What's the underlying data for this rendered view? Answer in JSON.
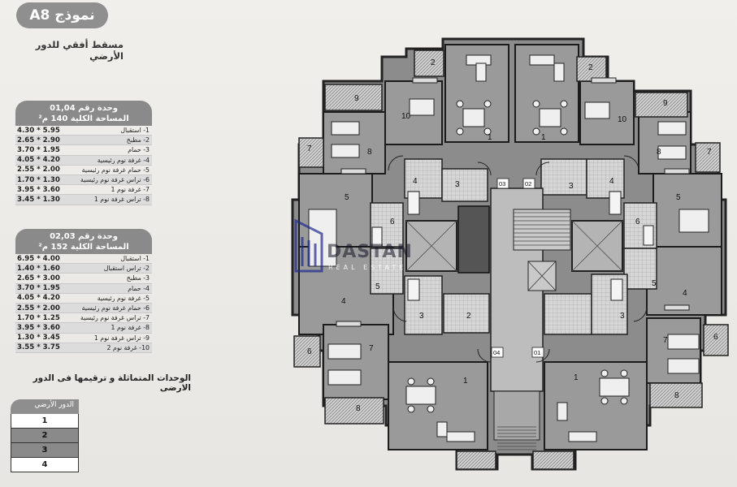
{
  "header": {
    "title": "نموذج A8",
    "subtitle": "مسقط أفقي للدور الأرضي"
  },
  "unit_a": {
    "title": "وحدة رقم 01,04",
    "area": "المساحة الكلية 140 م²",
    "rows": [
      {
        "dim": "4.30 * 5.95",
        "name": "1- استقبال"
      },
      {
        "dim": "2.65 * 2.90",
        "name": "2- مطبخ"
      },
      {
        "dim": "3.70 * 1.95",
        "name": "3- حمام"
      },
      {
        "dim": "4.05 * 4.20",
        "name": "4- غرفة نوم رئيسية"
      },
      {
        "dim": "2.55 * 2.00",
        "name": "5- حمام غرفة نوم رئيسية"
      },
      {
        "dim": "1.70 * 1.30",
        "name": "6- تراس غرفة نوم رئيسية"
      },
      {
        "dim": "3.95 * 3.60",
        "name": "7- غرفة نوم 1"
      },
      {
        "dim": "3.45 * 1.30",
        "name": "8- تراس غرفة نوم 1"
      }
    ]
  },
  "unit_b": {
    "title": "وحدة رقم 02,03",
    "area": "المساحة الكلية 152 م²",
    "rows": [
      {
        "dim": "6.95 * 4.00",
        "name": "1- استقبال"
      },
      {
        "dim": "1.40 * 1.60",
        "name": "2- تراس استقبال"
      },
      {
        "dim": "2.65 * 3.00",
        "name": "3- مطبخ"
      },
      {
        "dim": "3.70 * 1.95",
        "name": "4- حمام"
      },
      {
        "dim": "4.05 * 4.20",
        "name": "5- غرفة نوم رئيسية"
      },
      {
        "dim": "2.55 * 2.00",
        "name": "6- حمام غرفة نوم رئيسية"
      },
      {
        "dim": "1.70 * 1.25",
        "name": "7- تراس غرفة نوم رئيسية"
      },
      {
        "dim": "3.95 * 3.60",
        "name": "8- غرفة نوم 1"
      },
      {
        "dim": "1.30 * 3.45",
        "name": "9- تراس غرفة نوم 1"
      },
      {
        "dim": "3.55 * 3.75",
        "name": "10- غرفة نوم 2"
      }
    ]
  },
  "note": "الوحدات المتماثلة و ترقيمها فى الدور الارضى",
  "floor_table": {
    "header": "الدور الأرضي",
    "cells": [
      "1",
      "2",
      "3",
      "4"
    ]
  },
  "plan": {
    "unit_codes": [
      "03",
      "02",
      "04",
      "01"
    ],
    "room_numbers": [
      "1",
      "2",
      "3",
      "4",
      "5",
      "6",
      "7",
      "8",
      "9",
      "10"
    ]
  },
  "watermark": {
    "brand": "DASTAN",
    "tagline": "REAL ESTATE"
  }
}
